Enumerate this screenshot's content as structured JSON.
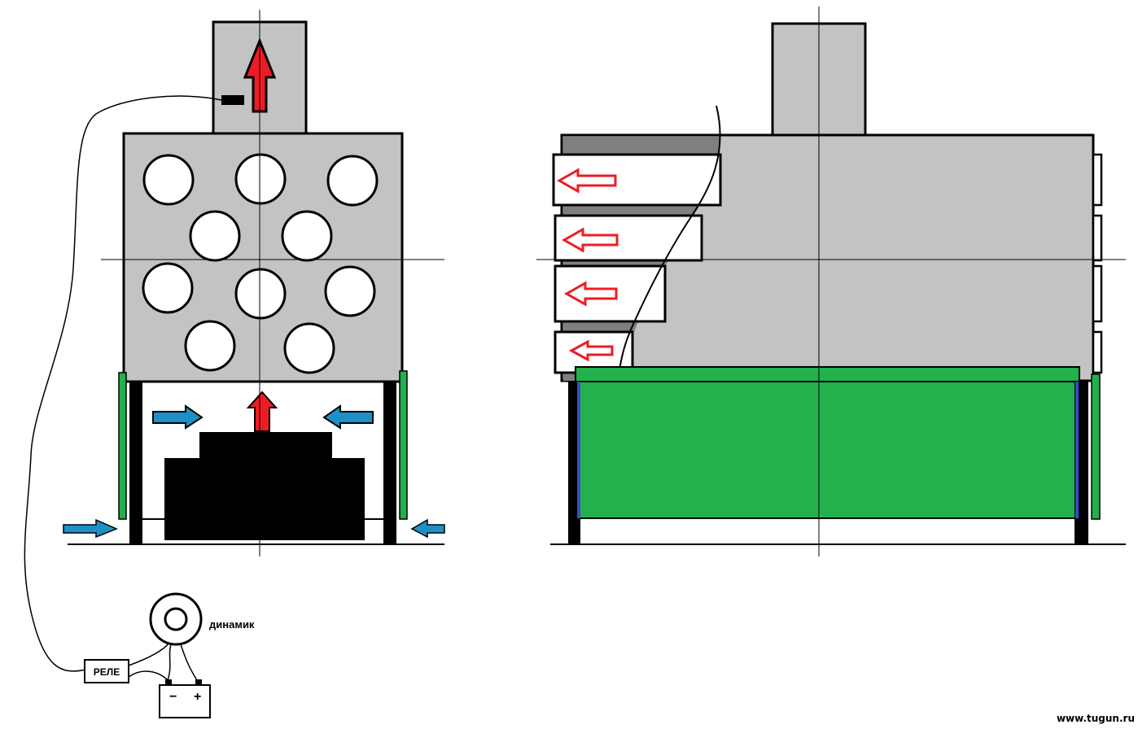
{
  "labels": {
    "speaker": "динамик",
    "relay": "РЕЛЕ",
    "battery_minus": "−",
    "battery_plus": "+",
    "watermark": "www.tugun.ru"
  },
  "colors": {
    "body_gray": "#c3c3c3",
    "dark_gray": "#7f7f7f",
    "green": "#22b14c",
    "red": "#ed1c24",
    "blue": "#1e90c8",
    "black": "#000000",
    "navy": "#3f48cc"
  },
  "icons": {
    "arrow_up": "arrow-up-icon",
    "arrow_left": "arrow-left-icon",
    "arrow_right": "arrow-right-icon",
    "speaker": "speaker-icon",
    "battery": "battery-icon"
  }
}
